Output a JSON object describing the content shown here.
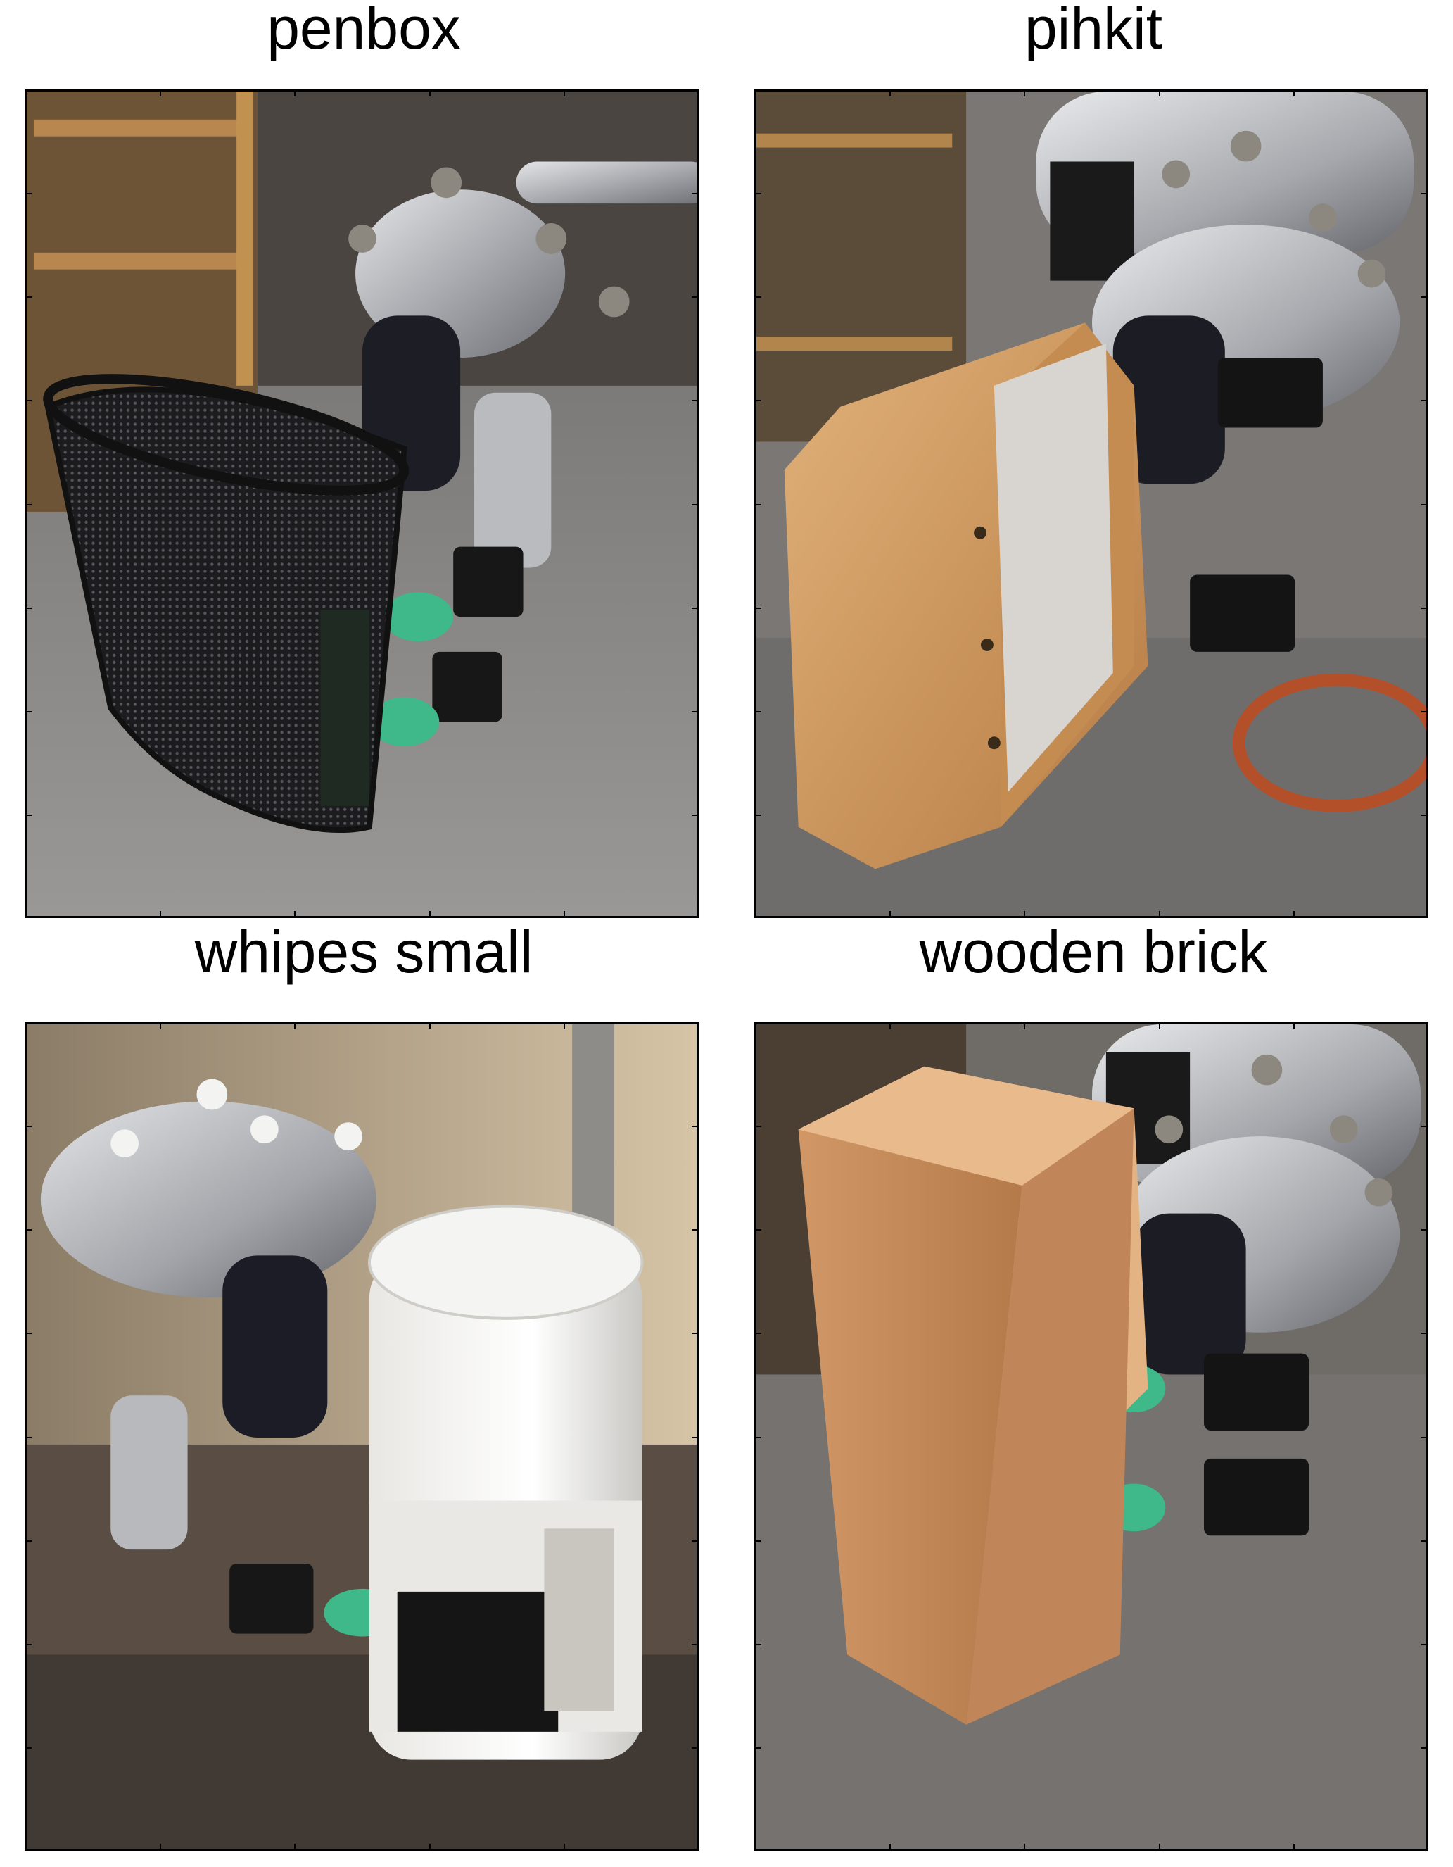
{
  "panels": [
    {
      "title": "penbox"
    },
    {
      "title": "pihkit"
    },
    {
      "title": "whipes small"
    },
    {
      "title": "wooden brick"
    }
  ]
}
